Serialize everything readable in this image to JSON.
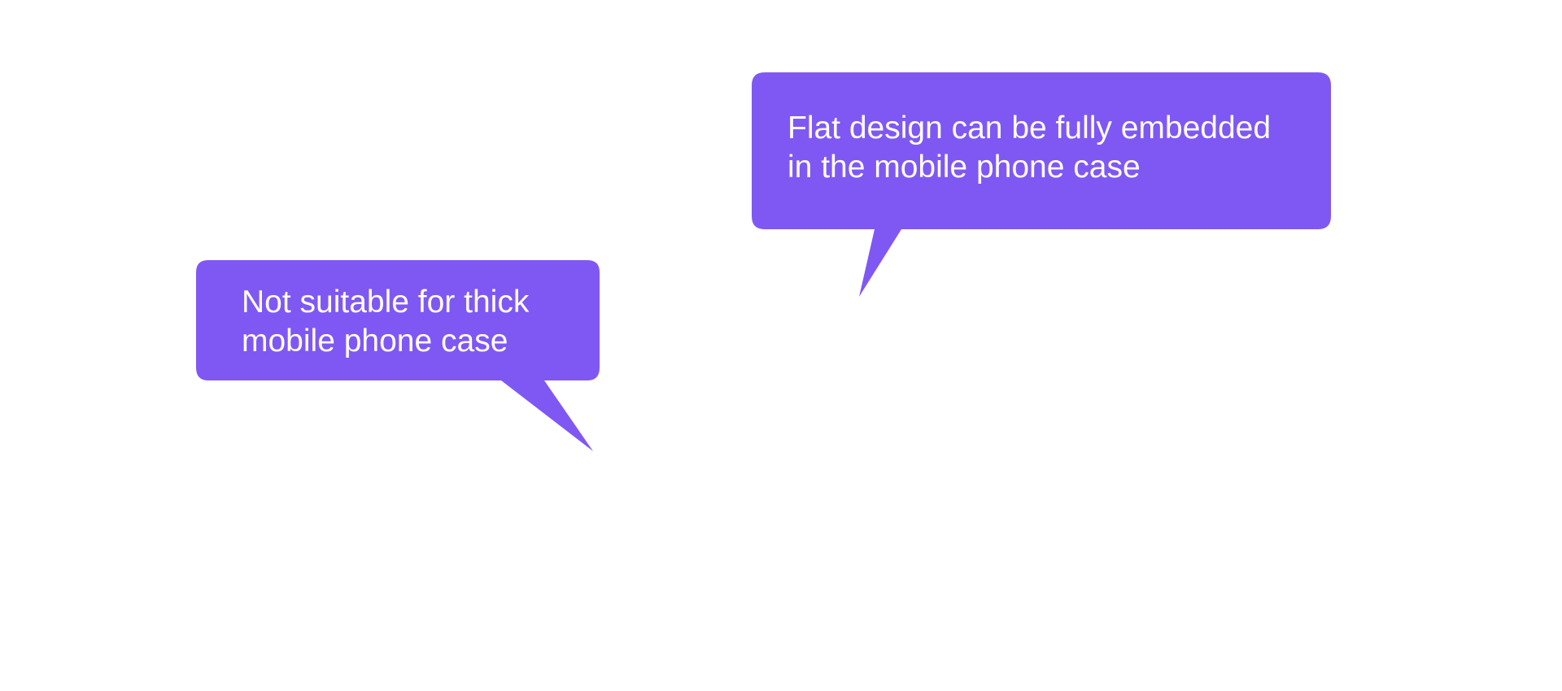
{
  "colors": {
    "callout_fill": "#7f58f3",
    "text": "#ffffff",
    "background": "#ffffff"
  },
  "callouts": [
    {
      "id": "left",
      "lines": [
        "Not suitable for thick",
        "mobile phone case"
      ]
    },
    {
      "id": "right",
      "lines": [
        "Flat design can be fully embedded",
        "in the mobile phone case"
      ]
    }
  ]
}
